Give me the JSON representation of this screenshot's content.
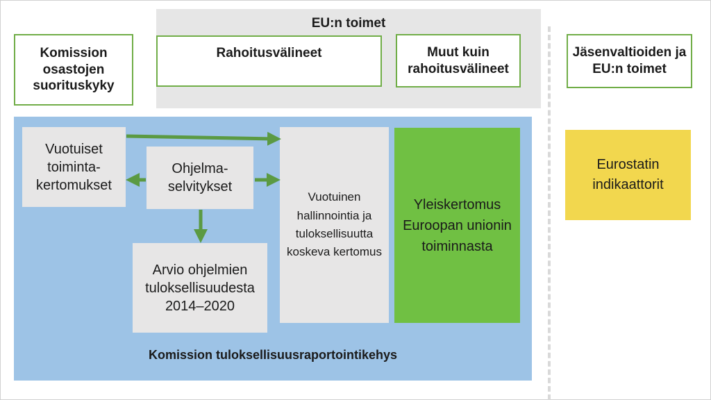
{
  "eu_actions": {
    "title": "EU:n toimet",
    "financial": "Rahoitusvälineet",
    "non_financial": "Muut kuin rahoitusvälineet"
  },
  "left_box": "Komission osastojen suorituskyky",
  "right_box": "Jäsenvaltioiden ja EU:n toimet",
  "framework": {
    "label": "Komission tuloksellisuusraportointikehys",
    "annual_activity_reports": "Vuotuiset toiminta-kertomukset",
    "programme_statements": "Ohjelma-selvitykset",
    "programme_evaluation": "Arvio ohjelmien tuloksellisuudesta 2014–2020",
    "annual_report": "Vuotuinen hallinnointia ja tuloksellisuutta koskeva kertomus",
    "general_report": "Yleiskertomus Euroopan unionin toiminnasta"
  },
  "eurostat": "Eurostatin indikaattorit",
  "colors": {
    "green_border": "#70ad47",
    "green_fill": "#70c043",
    "blue_panel": "#9dc3e6",
    "grey_panel": "#e6e6e6",
    "yellow": "#f2d74e",
    "arrow": "#5b9a42"
  }
}
